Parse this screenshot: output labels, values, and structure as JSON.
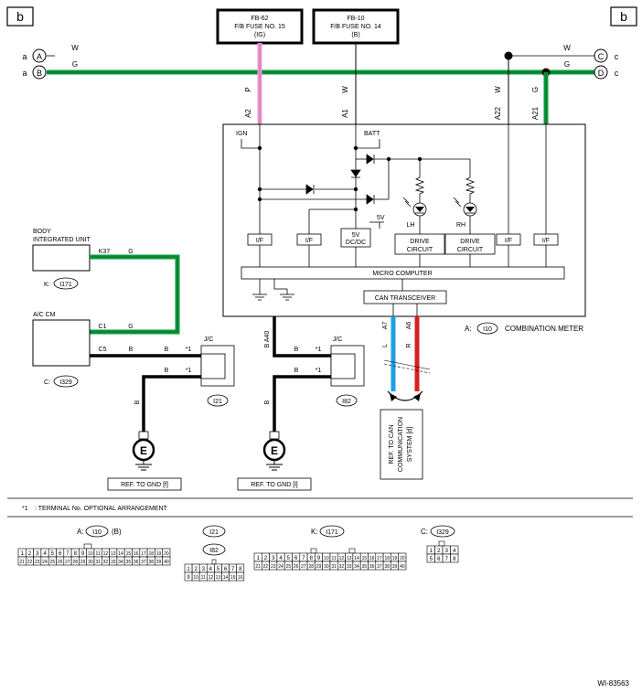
{
  "corner_left": "b",
  "corner_right": "b",
  "fuses": [
    {
      "line1": "FB-62",
      "line2": "F/B FUSE NO. 15",
      "line3": "(IG)"
    },
    {
      "line1": "FB-10",
      "line2": "F/B FUSE NO. 14",
      "line3": "(B)"
    }
  ],
  "connectors_left": [
    {
      "prefix": "a",
      "circle": "A",
      "wire": "W"
    },
    {
      "prefix": "a",
      "circle": "B",
      "wire": "G"
    }
  ],
  "connectors_right": [
    {
      "circle": "C",
      "suffix": "c",
      "wire": "W"
    },
    {
      "circle": "D",
      "suffix": "c",
      "wire": "G"
    }
  ],
  "vertical_wires": [
    {
      "color": "P",
      "pin": "A2"
    },
    {
      "color": "W",
      "pin": "A1"
    },
    {
      "color": "W",
      "pin": "A22"
    },
    {
      "color": "G",
      "pin": "A21"
    }
  ],
  "meter": {
    "ign": "IGN",
    "batt": "BATT",
    "five_v": "5V",
    "dcdc_1": "5V",
    "dcdc_2": "DC/DC",
    "if_label": "I/F",
    "drive_1": "DRIVE",
    "drive_2": "CIRCUIT",
    "lh": "LH",
    "rh": "RH",
    "micro": "MICRO COMPUTER",
    "can": "CAN TRANSCEIVER",
    "caption_prefix": "A:",
    "caption_code": "I10",
    "caption_name": "COMBINATION METER"
  },
  "body_unit": {
    "line1": "BODY",
    "line2": "INTEGRATED UNIT",
    "pin": "K37",
    "wire": "G",
    "ref_prefix": "K:",
    "ref_code": "I171"
  },
  "ac_cm": {
    "name": "A/C CM",
    "pin_c1": "C1",
    "wire_c1": "G",
    "pin_c5": "C5",
    "wire_c5": "B",
    "ref_prefix": "C:",
    "ref_code": "I329"
  },
  "ground_wires": [
    {
      "wire": "B",
      "mark": "*1",
      "jc": "J/C",
      "code": "I21",
      "pin": ""
    },
    {
      "wire": "B",
      "mark": "*1",
      "jc": "J/C",
      "code": "I82",
      "pin": "A40"
    }
  ],
  "ground_symbol": "E",
  "ground_refs": [
    "REF. TO GND [f]",
    "REF. TO GND [l]"
  ],
  "can_wires": [
    {
      "pin": "A7",
      "color": "L",
      "hex": "#1ea0e6"
    },
    {
      "pin": "A6",
      "color": "R",
      "hex": "#d42020"
    }
  ],
  "can_ref": {
    "line1": "REF. TO CAN",
    "line2": "COMMUNICATION",
    "line3": "SYSTEM [d]"
  },
  "colors": {
    "green": "#0a9a3c",
    "pink": "#f09ad2",
    "blue": "#1ea0e6",
    "red": "#d42020"
  },
  "footnote": {
    "mark": "*1",
    "text": ": TERMINAL No. OPTIONAL ARRANGEMENT"
  },
  "bottom_connectors": {
    "a": {
      "prefix": "A:",
      "code": "I10",
      "suffix": "(B)",
      "row1": [
        "1",
        "2",
        "3",
        "4",
        "5",
        "6",
        "7",
        "8",
        "9",
        "10",
        "11",
        "12",
        "13",
        "14",
        "15",
        "16",
        "17",
        "18",
        "19",
        "20"
      ],
      "row2": [
        "21",
        "22",
        "23",
        "24",
        "25",
        "26",
        "27",
        "28",
        "29",
        "30",
        "31",
        "32",
        "33",
        "34",
        "35",
        "36",
        "37",
        "38",
        "39",
        "40"
      ]
    },
    "i21": {
      "code1": "I21",
      "code2": "I82",
      "row1": [
        "1",
        "2",
        "3",
        "4",
        "5",
        "6",
        "7",
        "8"
      ],
      "row2": [
        "9",
        "10",
        "11",
        "12",
        "13",
        "14",
        "15",
        "16"
      ]
    },
    "k": {
      "prefix": "K:",
      "code": "I171",
      "row1": [
        "1",
        "2",
        "3",
        "4",
        "5",
        "6",
        "7",
        "8",
        "9",
        "10",
        "11",
        "12",
        "13",
        "14",
        "15",
        "16",
        "17",
        "18",
        "19",
        "20"
      ],
      "row2": [
        "21",
        "22",
        "23",
        "24",
        "25",
        "26",
        "27",
        "28",
        "29",
        "30",
        "31",
        "32",
        "33",
        "34",
        "35",
        "36",
        "37",
        "38",
        "39",
        "40"
      ]
    },
    "c": {
      "prefix": "C:",
      "code": "I329",
      "row1": [
        "1",
        "2",
        "3",
        "4"
      ],
      "row2": [
        "5",
        "6",
        "7",
        "8"
      ]
    }
  },
  "diagram_id": "WI-83563"
}
